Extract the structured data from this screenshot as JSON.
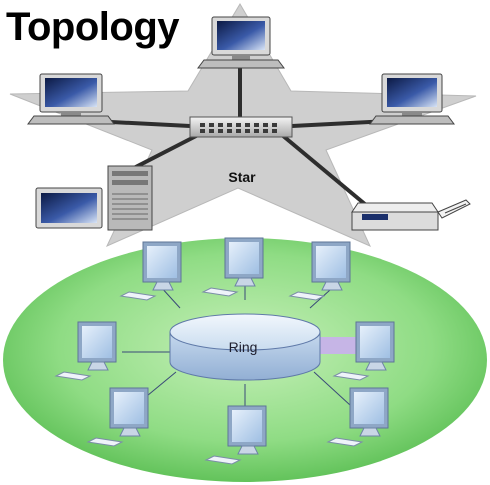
{
  "title": "Topology",
  "star": {
    "label": "Star"
  },
  "ring": {
    "label": "Ring"
  },
  "colors": {
    "star_fill": "#cfcfcf",
    "ring_disc": "#8fdc84",
    "hub_top": "#dbe7f4",
    "monitor_screen": "#2f4a8e",
    "ring_monitor": "#b8d1ec"
  },
  "icons": [
    "desktop-computer-icon",
    "tower-computer-icon",
    "printer-icon",
    "switch-hub-icon",
    "flat-panel-monitor-icon"
  ]
}
